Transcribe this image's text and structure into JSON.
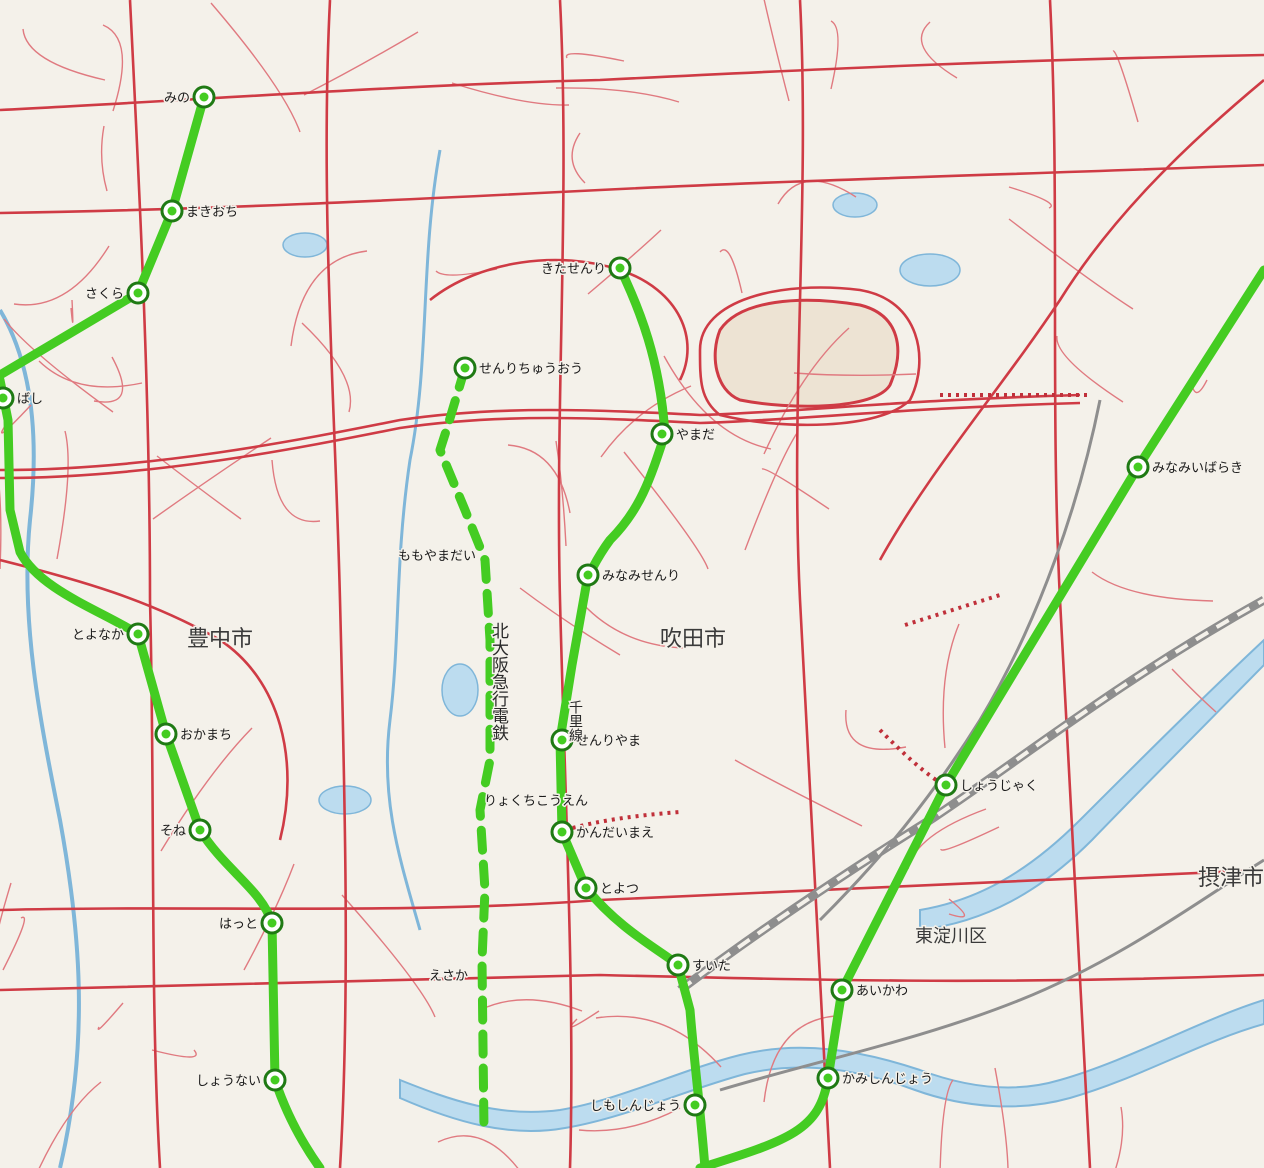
{
  "map": {
    "colors": {
      "background": "#f4f1ea",
      "road": "#cf3b45",
      "road_minor": "#e07a80",
      "expressway": "#c2c2c2",
      "water": "#7fb6d9",
      "water_fill": "#bcdcef",
      "subway": "#44cc22",
      "station_ring": "#1f7a14",
      "jr_rail": "#8e8e8e",
      "monorail_dotted": "#c0303a"
    },
    "districts": [
      {
        "id": "toyonaka",
        "name": "豊中市"
      },
      {
        "id": "suita",
        "name": "吹田市"
      },
      {
        "id": "higashiyodogawa",
        "name": "東淀川区"
      },
      {
        "id": "settsu",
        "name": "摂津市"
      }
    ],
    "lines": [
      {
        "id": "kitakyu",
        "name": "北大阪急行電鉄",
        "style": "dashed"
      },
      {
        "id": "senri",
        "name": "千里線",
        "style": "solid"
      }
    ],
    "stations": [
      {
        "id": "mino",
        "name": "みの"
      },
      {
        "id": "makiochi",
        "name": "まきおち"
      },
      {
        "id": "sakura",
        "name": "さくら"
      },
      {
        "id": "hashi",
        "name": "ばし"
      },
      {
        "id": "toyonaka",
        "name": "とよなか"
      },
      {
        "id": "okamachi",
        "name": "おかまち"
      },
      {
        "id": "sone",
        "name": "そね"
      },
      {
        "id": "hatto",
        "name": "はっと"
      },
      {
        "id": "shono",
        "name": "しょうない"
      },
      {
        "id": "senrichuo",
        "name": "せんりちゅうおう"
      },
      {
        "id": "momoyamadai",
        "name": "ももやまだい"
      },
      {
        "id": "ryokuchikoen",
        "name": "りょくちこうえん"
      },
      {
        "id": "esaka",
        "name": "えさか"
      },
      {
        "id": "kitasenri",
        "name": "きたせんり"
      },
      {
        "id": "yamada",
        "name": "やまだ"
      },
      {
        "id": "minamisenri",
        "name": "みなみせんり"
      },
      {
        "id": "senriyama",
        "name": "せんりやま"
      },
      {
        "id": "kandaimae",
        "name": "かんだいまえ"
      },
      {
        "id": "toyotsu",
        "name": "とよつ"
      },
      {
        "id": "suita",
        "name": "すいた"
      },
      {
        "id": "shimoshinjo",
        "name": "しもしんじょう"
      },
      {
        "id": "minamiibaraki",
        "name": "みなみいばらき"
      },
      {
        "id": "shojaku",
        "name": "しょうじゃく"
      },
      {
        "id": "aikawa",
        "name": "あいかわ"
      },
      {
        "id": "kamishinjo",
        "name": "かみしんじょう"
      }
    ]
  }
}
